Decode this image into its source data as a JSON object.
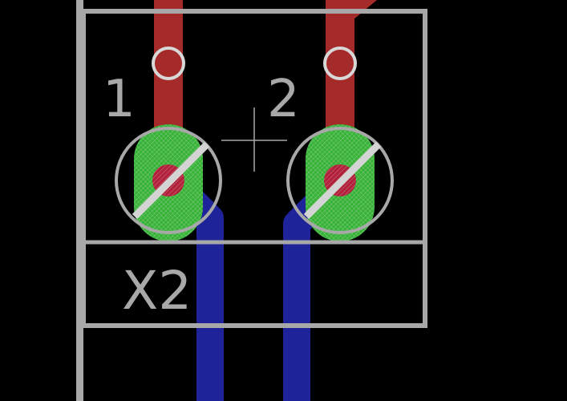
{
  "canvas": {
    "background": "#000000"
  },
  "colors": {
    "top_copper": "#a52a2a",
    "bottom_copper": "#1e2399",
    "pad": "#34b334",
    "silkscreen": "#a8a8a8",
    "drill": "#b3203a",
    "via_ring": "#d8d8d8"
  },
  "component": {
    "name": "X2",
    "pins": [
      {
        "label": "1"
      },
      {
        "label": "2"
      }
    ]
  },
  "icons": {
    "origin_marker": "crosshair-icon",
    "pad_hatch": "diagonal-hatch"
  }
}
